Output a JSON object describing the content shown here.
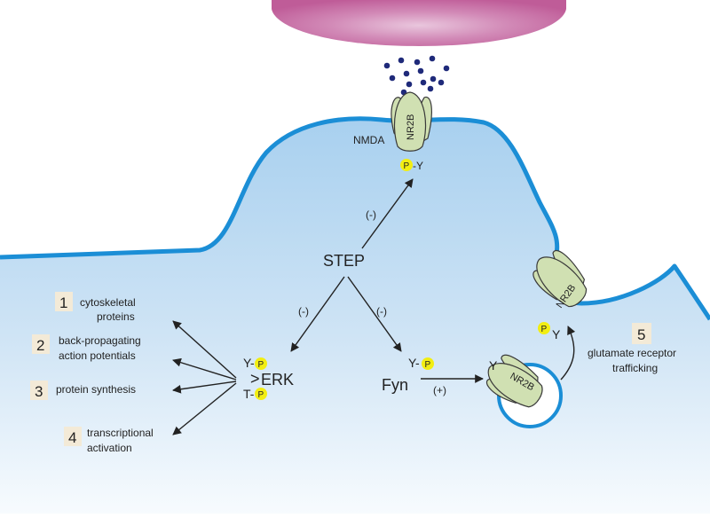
{
  "labels": {
    "nmda": "NMDA",
    "step": "STEP",
    "erk": "ERK",
    "fyn": "Fyn",
    "glutamate": [
      "glutamate receptor",
      "trafficking"
    ]
  },
  "receptor_label": "NR2B",
  "phospho": {
    "p": "P",
    "y": "Y",
    "t": "T",
    "sep_y": "Y-",
    "sep_t": "T-",
    "suffix_y": "-Y"
  },
  "signs": {
    "minus": "(-)",
    "plus": "(+)",
    "erk_bracket": ">"
  },
  "outcomes": [
    {
      "num": "1",
      "lines": [
        "cytoskeletal",
        "proteins"
      ]
    },
    {
      "num": "2",
      "lines": [
        "back-propagating",
        "action potentials"
      ]
    },
    {
      "num": "3",
      "lines": [
        "protein synthesis"
      ]
    },
    {
      "num": "4",
      "lines": [
        "transcriptional",
        "activation"
      ]
    },
    {
      "num": "5",
      "lines": [
        "glutamate receptor",
        "trafficking"
      ]
    }
  ],
  "colors": {
    "membrane": "#1b8ed6",
    "cytoplasm_top": "#a8d0ef",
    "cytoplasm_bottom": "#f7fbfe",
    "presynapse": "#c7609f",
    "vesicle_dots": "#1f2a7a",
    "receptor_fill": "#d0e0b2",
    "receptor_stroke": "#3a3a3a",
    "phospho": "#f2ee12",
    "number_box": "#f3ead7"
  }
}
